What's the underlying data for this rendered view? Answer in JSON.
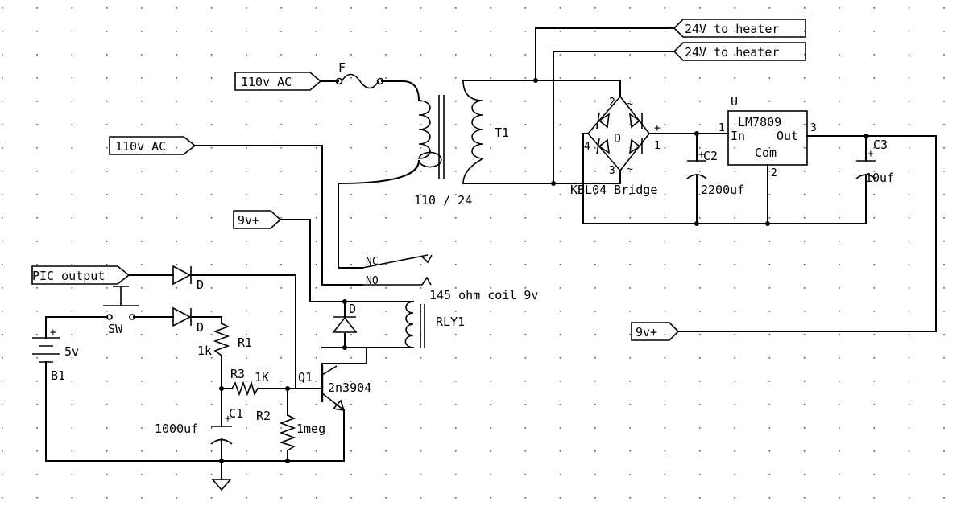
{
  "connectors": {
    "ac_in_1": "110v AC",
    "ac_in_2": "110v AC",
    "heater_1": "24V to heater",
    "heater_2": "24V to heater",
    "v9_in": "9v+",
    "pic_output": "PIC output",
    "v9_out": "9v+"
  },
  "labels": {
    "fuse": "F",
    "transformer": "T1",
    "transformer_ratio": "110 / 24",
    "bridge_ref": "D",
    "bridge_part": "KBL04 Bridge",
    "bridge_pin_1": "1",
    "bridge_pin_2": "2",
    "bridge_pin_3": "3",
    "bridge_pin_4": "4",
    "bridge_plus": "+",
    "bridge_minus": "-",
    "bridge_ac_top": "~",
    "bridge_ac_bottom": "~",
    "reg_ref": "U",
    "reg_part": "LM7809",
    "reg_in": "In",
    "reg_out": "Out",
    "reg_com": "Com",
    "reg_pin_1": "1",
    "reg_pin_2": "2",
    "reg_pin_3": "3",
    "c2_ref": "C2",
    "c2_value": "2200uf",
    "c3_ref": "C3",
    "c3_value": "10uf",
    "cap_plus": "+",
    "relay_nc": "NC",
    "relay_no": "NO",
    "relay_coil": "145 ohm coil 9v",
    "relay_ref": "RLY1",
    "relay_diode": "D",
    "diode_1": "D",
    "diode_2": "D",
    "switch": "SW",
    "battery_plus": "+",
    "battery_value": "5v",
    "battery_ref": "B1",
    "r1_ref": "R1",
    "r1_value": "1k",
    "r3_ref": "R3",
    "r3_value": "1K",
    "r2_ref": "R2",
    "r2_value": "1meg",
    "c1_ref": "C1",
    "c1_value": "1000uf",
    "q1_ref": "Q1",
    "q1_part": "2n3904"
  }
}
